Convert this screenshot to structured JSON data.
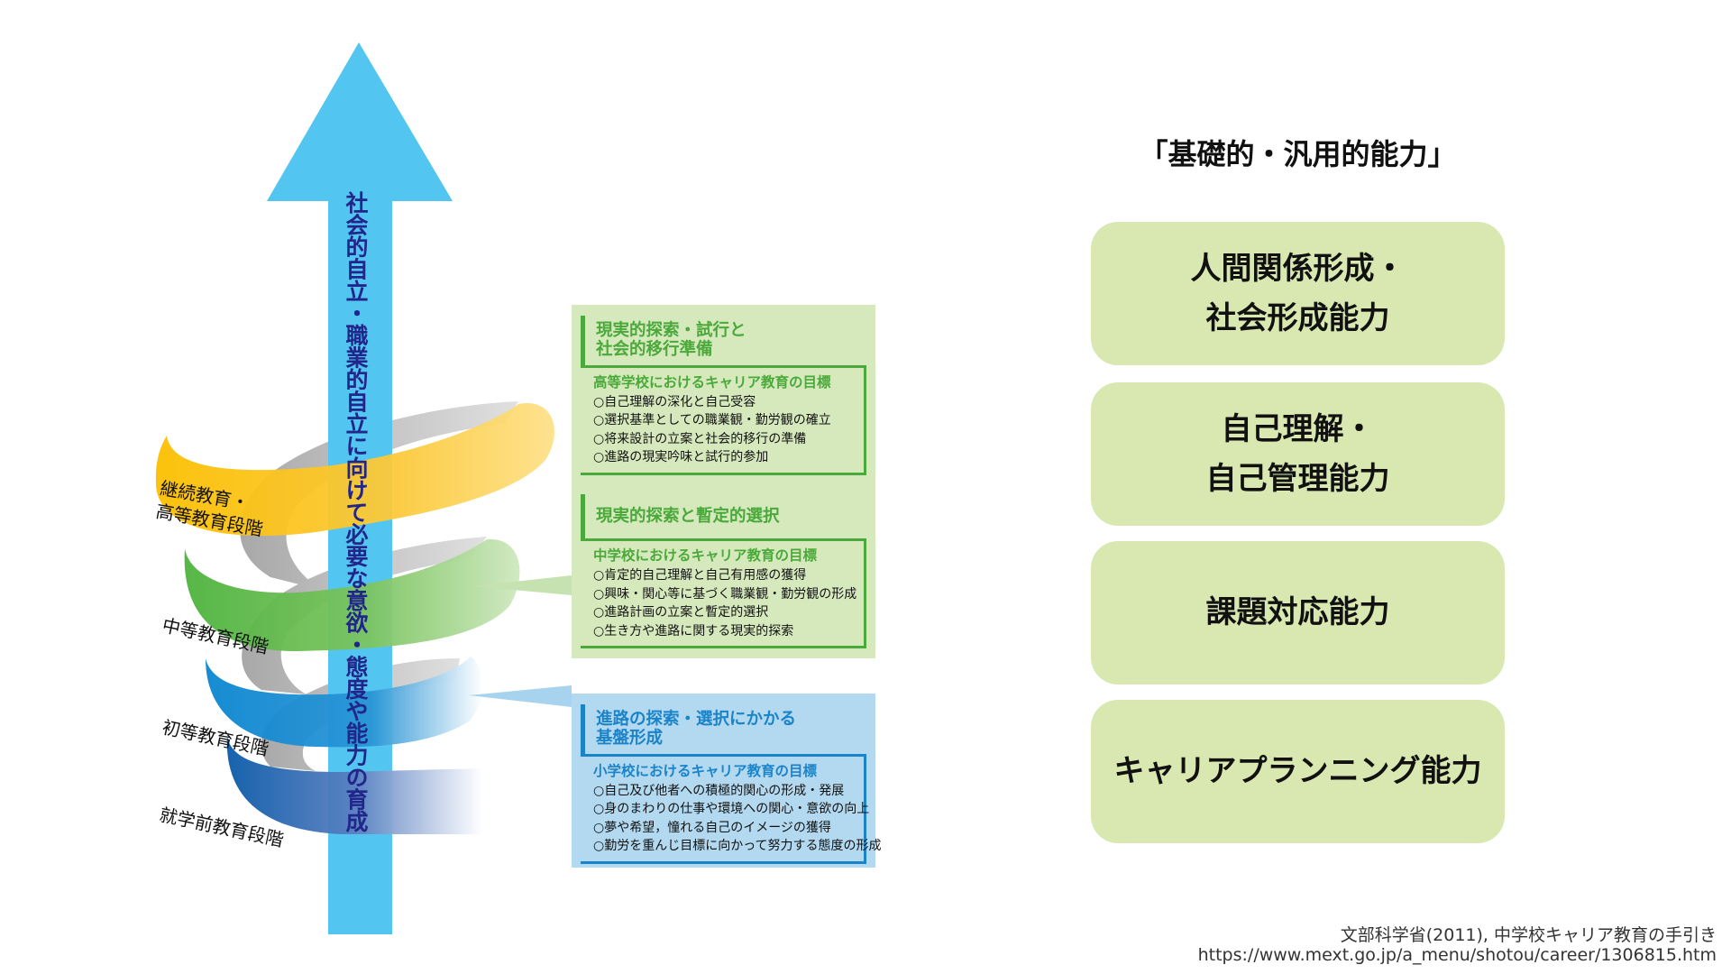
{
  "arrow": {
    "label": "社会的自立・職業的自立に向けて必要な意欲・態度や能力の育成",
    "color": "#52c5f0"
  },
  "stages": [
    {
      "label": "継続教育・\n高等教育段階",
      "color": "#fbbf00"
    },
    {
      "label": "中等教育段階",
      "color": "#4db33d"
    },
    {
      "label": "初等教育段階",
      "color": "#0a86d0"
    },
    {
      "label": "就学前教育段階",
      "color": "#0a5aa8"
    }
  ],
  "panels": [
    {
      "title": "現実的探索・試行と\n社会的移行準備",
      "subtitle": "高等学校におけるキャリア教育の目標",
      "items": [
        "○自己理解の深化と自己受容",
        "○選択基準としての職業観・勤労観の確立",
        "○将来設計の立案と社会的移行の準備",
        "○進路の現実吟味と試行的参加"
      ]
    },
    {
      "title": "現実的探索と暫定的選択",
      "subtitle": "中学校におけるキャリア教育の目標",
      "items": [
        "○肯定的自己理解と自己有用感の獲得",
        "○興味・関心等に基づく職業観・勤労観の形成",
        "○進路計画の立案と暫定的選択",
        "○生き方や進路に関する現実的探索"
      ]
    },
    {
      "title": "進路の探索・選択にかかる\n基盤形成",
      "subtitle": "小学校におけるキャリア教育の目標",
      "items": [
        "○自己及び他者への積極的関心の形成・発展",
        "○身のまわりの仕事や環境への関心・意欲の向上",
        "○夢や希望，憧れる自己のイメージの獲得",
        "○勤労を重んじ目標に向かって努力する態度の形成"
      ]
    }
  ],
  "abilities": {
    "heading": "「基礎的・汎用的能力」",
    "items": [
      "人間関係形成・\n社会形成能力",
      "自己理解・\n自己管理能力",
      "課題対応能力",
      "キャリアプランニング能力"
    ]
  },
  "citation": {
    "line1": "文部科学省(2011), 中学校キャリア教育の手引き",
    "line2": "https://www.mext.go.jp/a_menu/shotou/career/1306815.htm"
  }
}
